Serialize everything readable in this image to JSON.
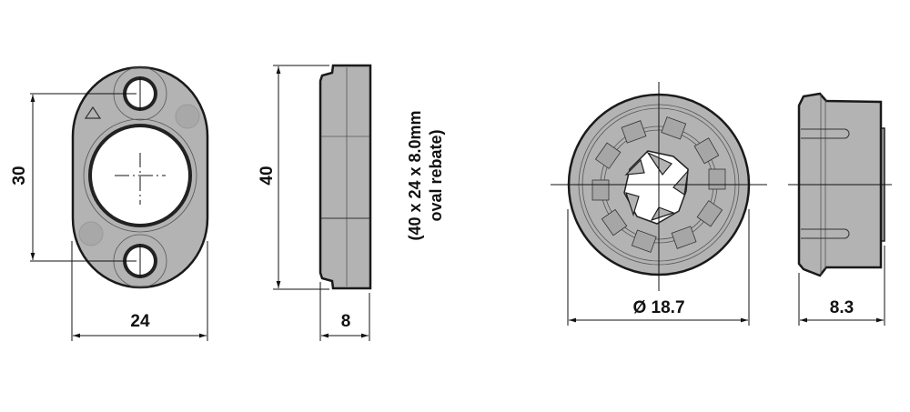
{
  "drawing": {
    "oval_rose_front": {
      "height_dim": "30",
      "width_dim": "24"
    },
    "oval_rose_side": {
      "height_dim": "40",
      "depth_dim": "8"
    },
    "rebate_note": {
      "line1": "(40 x 24 x 8.0mm",
      "line2": "oval rebate)"
    },
    "round_insert_front": {
      "diameter_dim": "Ø 18.7"
    },
    "round_insert_side": {
      "depth_dim": "8.3"
    }
  },
  "colors": {
    "part_fill": "#b3b3b3",
    "outline": "#1a1a1a"
  }
}
